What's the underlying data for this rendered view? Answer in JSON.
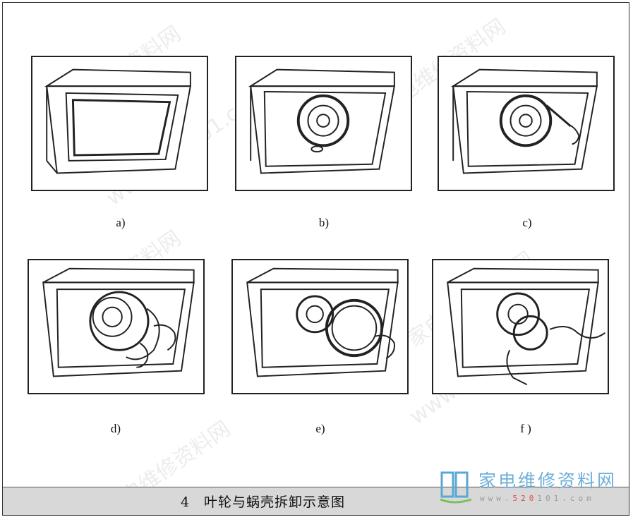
{
  "panels": [
    {
      "id": "a",
      "label": "a)"
    },
    {
      "id": "b",
      "label": "b)"
    },
    {
      "id": "c",
      "label": "c)"
    },
    {
      "id": "d",
      "label": "d)"
    },
    {
      "id": "e",
      "label": "e)"
    },
    {
      "id": "f",
      "label": "f )"
    }
  ],
  "caption": "4　叶轮与蜗壳拆卸示意图",
  "logo": {
    "name": "家电维修资料网",
    "url_prefix": "www.",
    "url_red": "520",
    "url_suffix": "101.com"
  },
  "watermark": {
    "text_cn": "家电维修资料网",
    "text_url": "www.520101.com"
  }
}
